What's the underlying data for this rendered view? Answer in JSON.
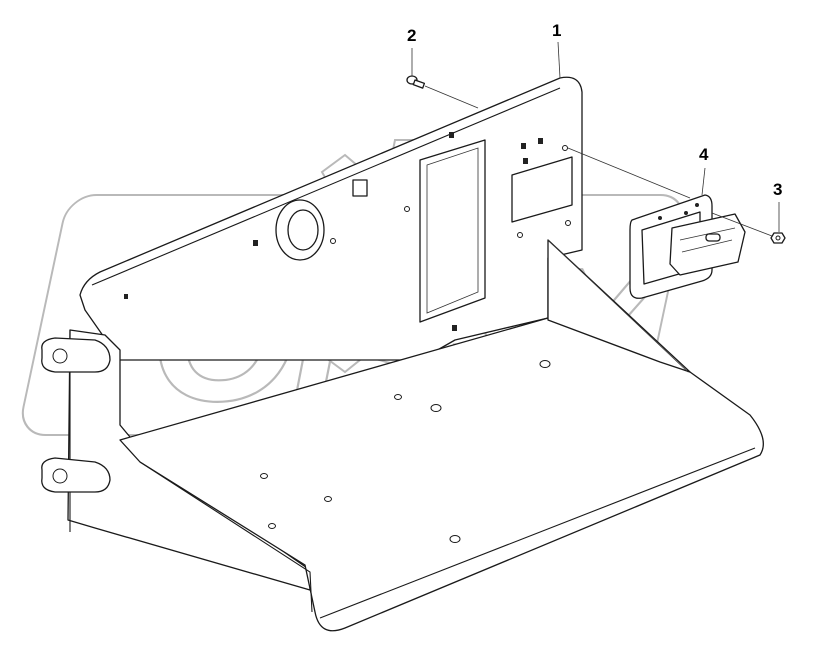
{
  "diagram": {
    "watermark": "OPEX",
    "callouts": [
      {
        "id": "1",
        "label": "1"
      },
      {
        "id": "2",
        "label": "2"
      },
      {
        "id": "3",
        "label": "3"
      },
      {
        "id": "4",
        "label": "4"
      }
    ]
  }
}
